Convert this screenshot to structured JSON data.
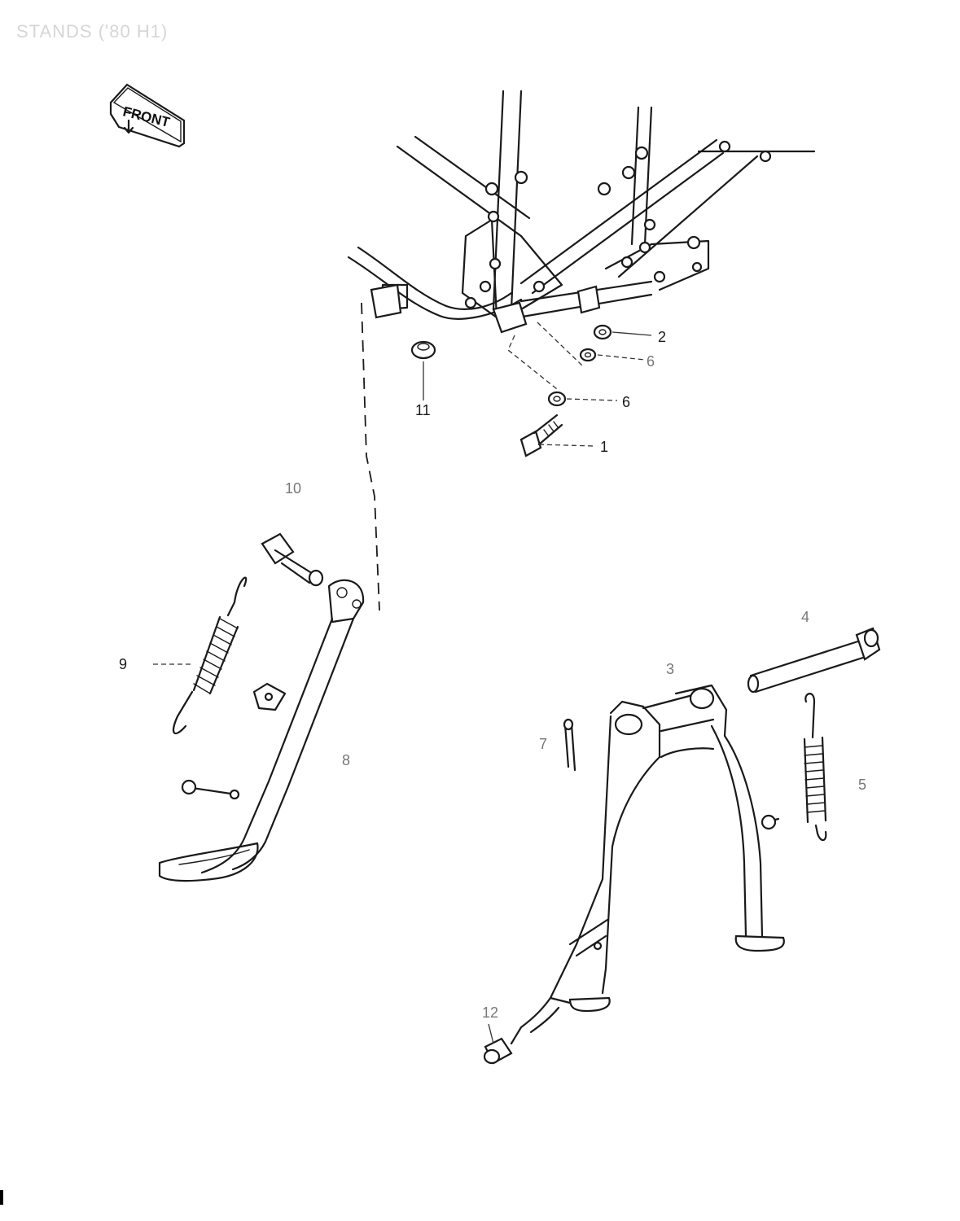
{
  "page": {
    "title": "STANDS ('80 H1)"
  },
  "front_badge": {
    "label": "FRONT",
    "icon": "front-direction-arrow-icon"
  },
  "callouts": {
    "c1": "1",
    "c2": "2",
    "c3": "3",
    "c4": "4",
    "c5": "5",
    "c6a": "6",
    "c6b": "6",
    "c7": "7",
    "c8": "8",
    "c9": "9",
    "c10": "10",
    "c11": "11",
    "c12": "12"
  }
}
